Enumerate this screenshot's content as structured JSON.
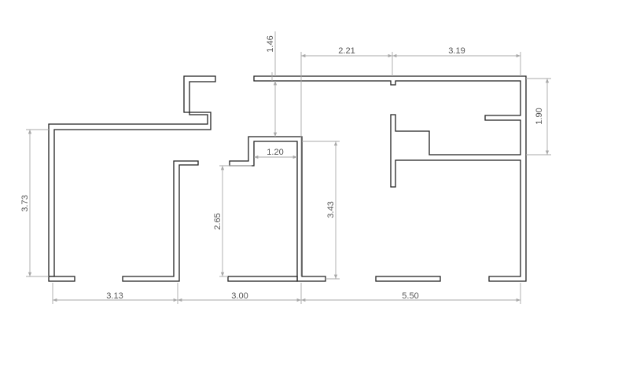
{
  "dimensions": {
    "bottom_left_width": "3.13",
    "bottom_mid_width": "3.00",
    "bottom_right_width": "5.50",
    "left_height": "3.73",
    "mid_height": "2.65",
    "mid_step_height": "1.46",
    "mid_inner_width": "1.20",
    "mid_right_height": "3.43",
    "top_left_width": "2.21",
    "top_right_width": "3.19",
    "right_height": "1.90"
  },
  "colors": {
    "wall_stroke": "#222222",
    "wall_fill": "#ffffff",
    "dimension_line": "#a8a8a8",
    "dimension_text": "#555555"
  }
}
